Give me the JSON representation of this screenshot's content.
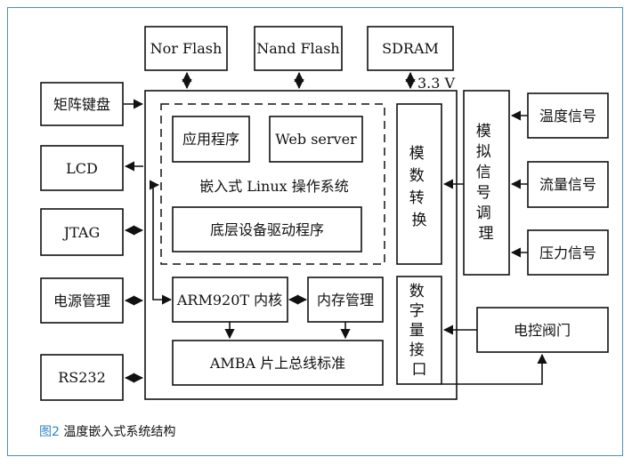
{
  "diagram": {
    "nodes": {
      "nor_flash": "Nor Flash",
      "nand_flash": "Nand Flash",
      "sdram": "SDRAM",
      "keypad": "矩阵键盘",
      "lcd": "LCD",
      "jtag": "JTAG",
      "power": "电源管理",
      "rs232": "RS232",
      "app": "应用程序",
      "web_server": "Web server",
      "os": "嵌入式 Linux 操作系统",
      "driver": "底层设备驱动程序",
      "adc": [
        "模",
        "数",
        "转",
        "换"
      ],
      "signal_cond": [
        "模",
        "拟",
        "信",
        "号",
        "调",
        "理"
      ],
      "temp_signal": "温度信号",
      "flow_signal": "流量信号",
      "pressure_signal": "压力信号",
      "arm_core": "ARM920T 内核",
      "mem_mgmt": "内存管理",
      "amba_bus": "AMBA 片上总线标准",
      "digital_io": [
        "数",
        "字",
        "量",
        "接",
        "口"
      ],
      "valve": "电控阀门"
    },
    "voltage_label": "3.3 V"
  },
  "caption": {
    "number": "图2",
    "text": " 温度嵌入式系统结构"
  }
}
